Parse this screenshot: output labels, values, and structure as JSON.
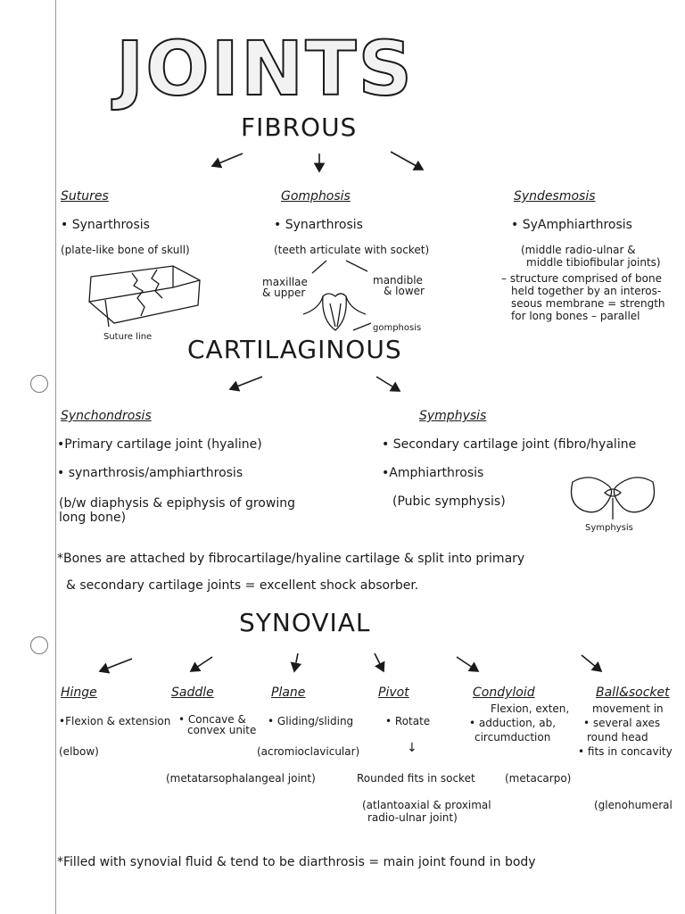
{
  "title": "JOINTS",
  "fibrous": {
    "heading": "FIBROUS",
    "sutures": {
      "label": "Sutures",
      "type": "• Synarthrosis",
      "desc": "(plate-like bone of skull)",
      "diagram_label": "Suture line"
    },
    "gomphosis": {
      "label": "Gomphosis",
      "type": "• Synarthrosis",
      "desc": "(teeth articulate with socket)",
      "left": [
        "maxillae",
        "& upper"
      ],
      "right": [
        "mandible",
        "& lower"
      ],
      "diagram_label": "gomphosis"
    },
    "syndesmosis": {
      "label": "Syndesmosis",
      "type": "• SyAmphiarthrosis",
      "desc": [
        "(middle radio-ulnar &",
        "middle tibiofibular joints)"
      ],
      "notes": [
        "– structure comprised of bone",
        "held together by an interos-",
        "seous membrane = strength",
        "for long bones – parallel"
      ]
    }
  },
  "cartilaginous": {
    "heading": "CARTILAGINOUS",
    "synchondrosis": {
      "label": "Synchondrosis",
      "lines": [
        "•Primary cartilage joint (hyaline)",
        "• synarthrosis/amphiarthrosis",
        "(b/w diaphysis & epiphysis of growing",
        "long bone)"
      ]
    },
    "symphysis": {
      "label": "Symphysis",
      "lines": [
        "• Secondary cartilage joint (fibro/hyaline",
        "•Amphiarthrosis",
        "(Pubic symphysis)"
      ],
      "diagram_label": "Symphysis"
    },
    "note": [
      "*Bones are attached by fibrocartilage/hyaline cartilage & split into primary",
      "& secondary cartilage joints = excellent shock absorber."
    ]
  },
  "synovial": {
    "heading": "SYNOVIAL",
    "hinge": {
      "label": "Hinge",
      "desc": "•Flexion & extension",
      "example": "(elbow)"
    },
    "saddle": {
      "label": "Saddle",
      "desc": [
        "• Concave &",
        "convex unite"
      ],
      "example": "(metatarsophalangeal joint)"
    },
    "plane": {
      "label": "Plane",
      "desc": "• Gliding/sliding",
      "example": "(acromioclavicular)"
    },
    "pivot": {
      "label": "Pivot",
      "desc": "• Rotate",
      "arrow": "↓",
      "extra": "Rounded fits in socket",
      "example": [
        "(atlantoaxial & proximal",
        "radio-ulnar joint)"
      ]
    },
    "condyloid": {
      "label": "Condyloid",
      "desc": [
        "Flexion, exten,",
        "• adduction, ab,",
        "circumduction"
      ],
      "example": "(metacarpo)"
    },
    "ball_socket": {
      "label": "Ball&socket",
      "desc": [
        "movement in",
        "• several axes",
        "round head",
        "• fits in concavity"
      ],
      "example": "(glenohumeral"
    },
    "note": "*Filled with synovial fluid & tend to be diarthrosis = main joint found in body"
  }
}
